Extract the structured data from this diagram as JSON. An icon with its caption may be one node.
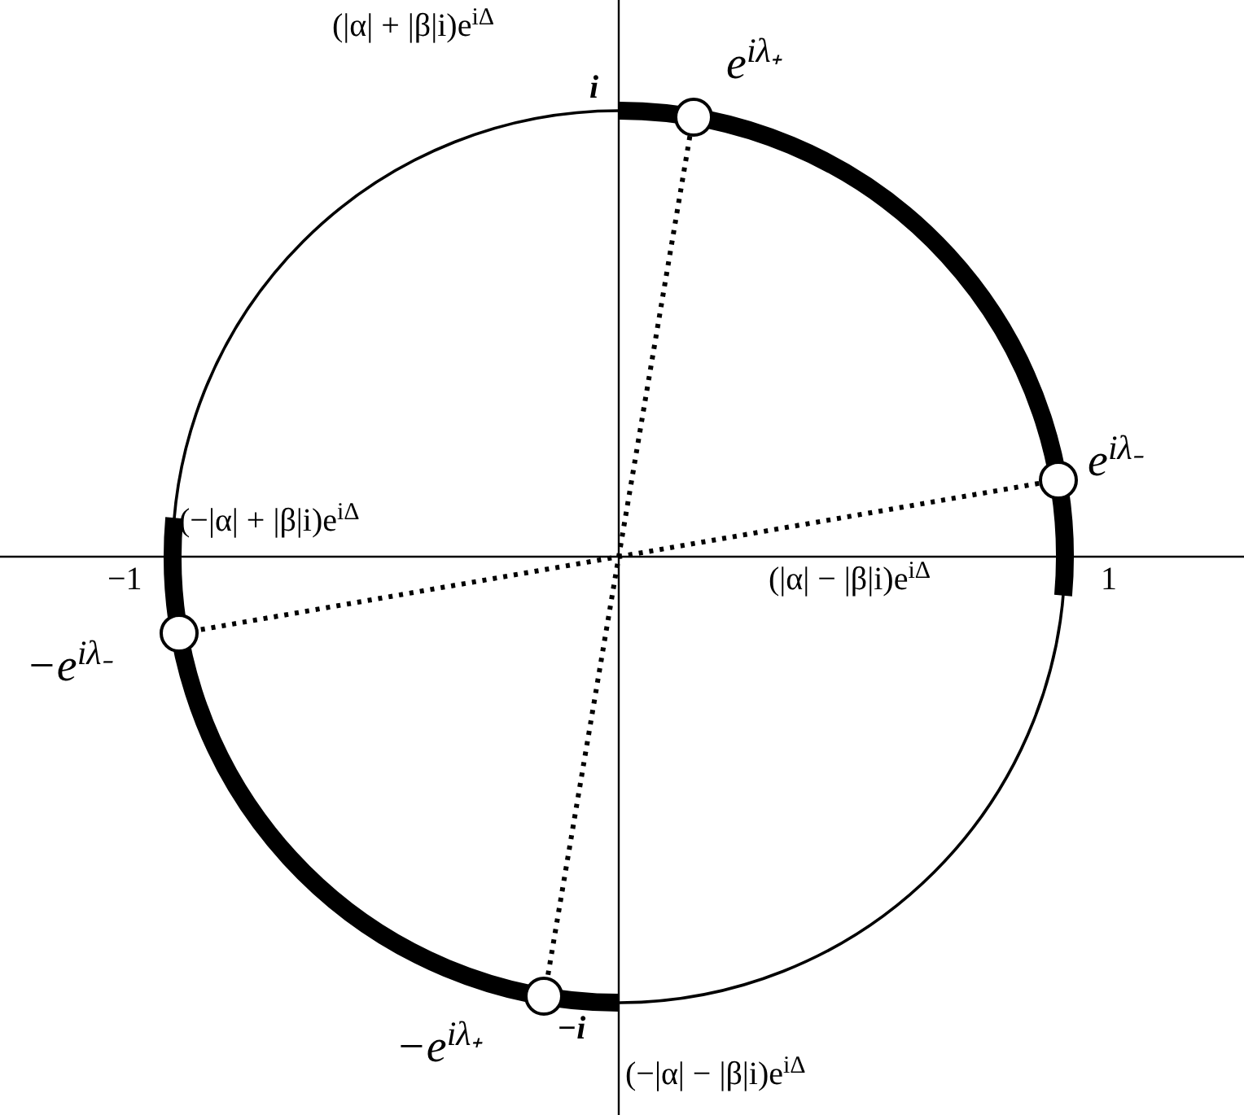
{
  "diagram": {
    "nodes": [
      {
        "text": [],
        "shape": "circle",
        "beside": [
          "e$^{iλ₊}$"
        ]
      },
      {
        "text": [],
        "shape": "circle",
        "beside": [
          "e$^{iλ₋}$"
        ]
      },
      {
        "text": [],
        "shape": "circle",
        "beside": [
          "−e$^{iλ₋}$"
        ]
      },
      {
        "text": [],
        "shape": "circle",
        "beside": [
          "−e$^{iλ₊}$"
        ]
      }
    ],
    "edges": [
      {
        "from": 0,
        "to": 3,
        "arrow": "none",
        "style": "dashed"
      },
      {
        "from": 1,
        "to": 2,
        "arrow": "none",
        "style": "dashed"
      }
    ],
    "labels": [
      "(|α| + |β|i)e$^{iΔ}$",
      "i",
      "(−|α| + |β|i)e$^{iΔ}$",
      "−1",
      "(|α| − |β|i)e$^{iΔ}$",
      "1",
      "−i",
      "(−|α| − |β|i)e$^{iΔ}$"
    ]
  }
}
